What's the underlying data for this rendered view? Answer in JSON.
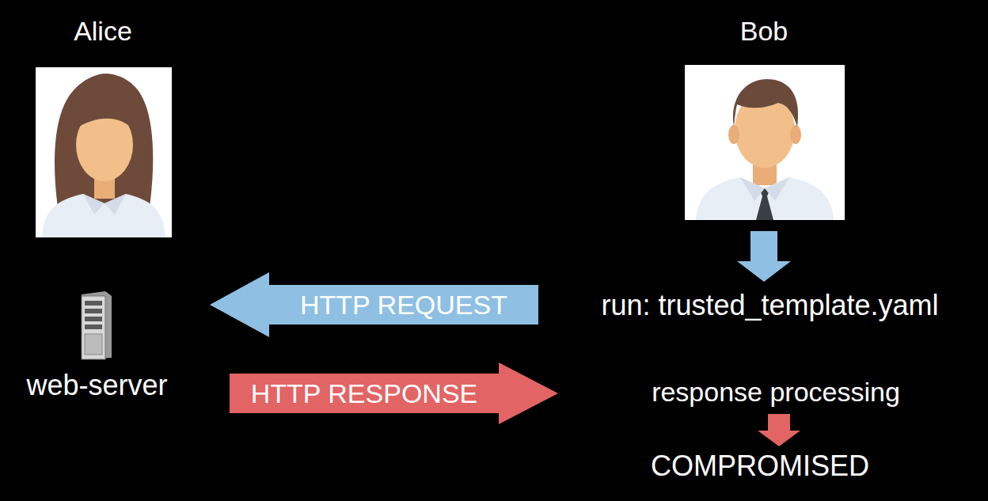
{
  "diagram": {
    "nodes": [
      {
        "text": [
          "Alice"
        ]
      },
      {
        "text": [
          "Bob"
        ]
      },
      {
        "text": [
          "web-server"
        ]
      },
      {
        "text": [
          "run: trusted_template.yaml"
        ]
      },
      {
        "text": [
          "response processing"
        ]
      },
      {
        "text": [
          "COMPROMISED"
        ]
      }
    ],
    "edges": [
      {
        "from": 1,
        "to": 3,
        "arrow": "to"
      },
      {
        "from": 3,
        "to": 2,
        "label": "HTTP REQUEST",
        "arrow": "to"
      },
      {
        "from": 2,
        "to": 4,
        "label": "HTTP RESPONSE",
        "arrow": "to"
      },
      {
        "from": 4,
        "to": 5,
        "arrow": "to"
      }
    ]
  }
}
